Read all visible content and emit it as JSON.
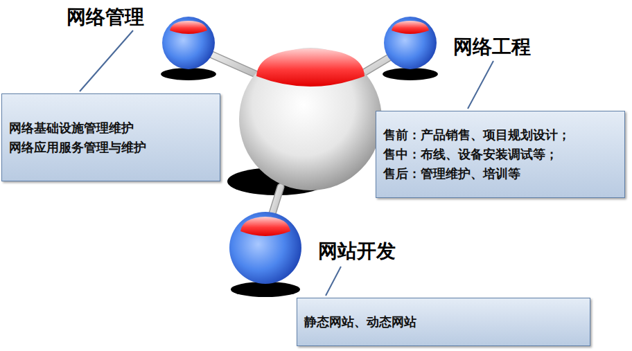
{
  "diagram": {
    "nodes": [
      {
        "text": [
          "网络管理",
          "网络基础设施管理维护",
          "网络应用服务管理与维护"
        ]
      },
      {
        "text": [
          "网络工程",
          "售前：产品销售、项目规划设计；",
          "售中：布线、设备安装调试等；",
          "售后：管理维护、培训等"
        ]
      },
      {
        "text": [
          "网站开发",
          "静态网站、动态网站"
        ]
      }
    ]
  }
}
